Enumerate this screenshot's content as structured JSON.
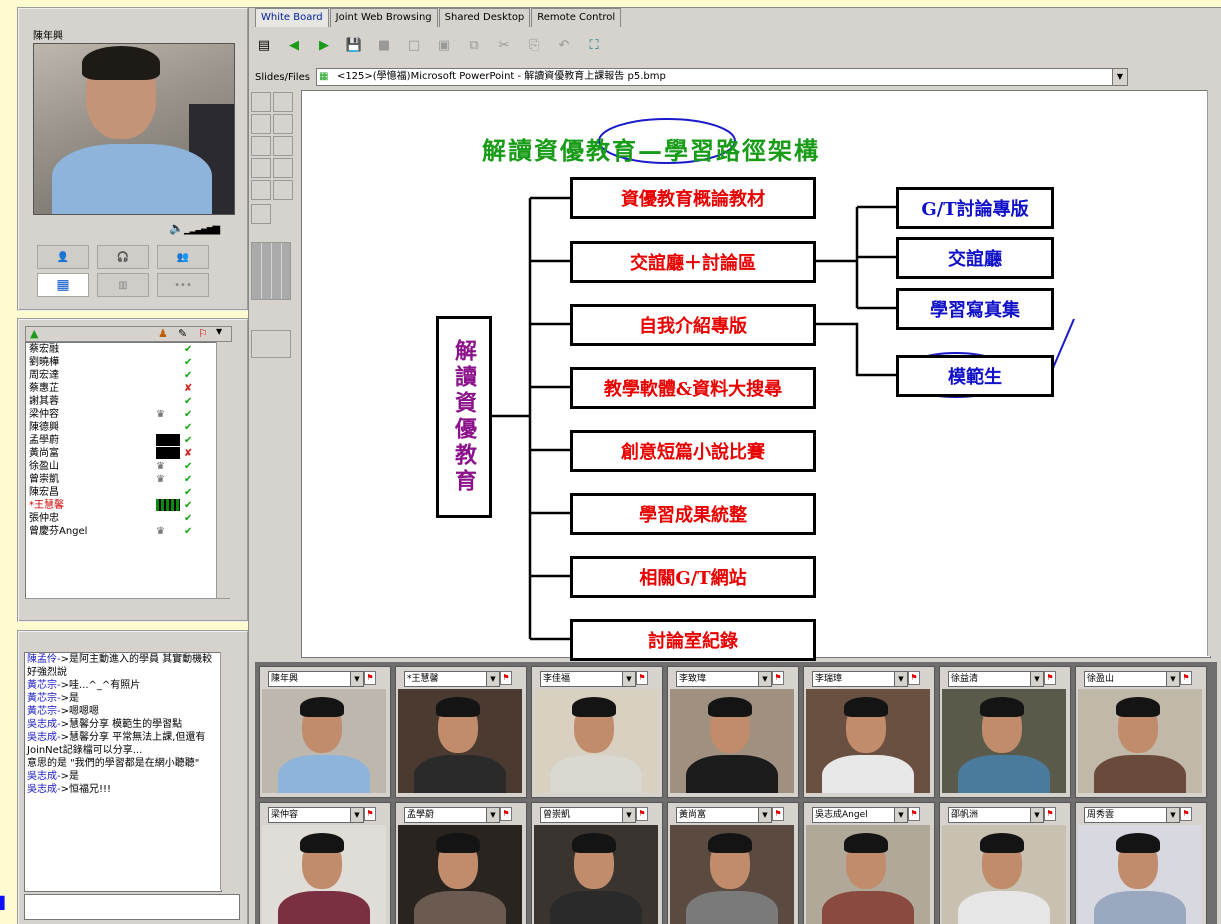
{
  "presenter": {
    "name": "陳年興",
    "controls_row1": [
      "",
      "",
      ""
    ],
    "controls_row2": [
      "",
      "",
      ""
    ]
  },
  "users": [
    {
      "name": "蔡宏融",
      "status": "ok",
      "cam": ""
    },
    {
      "name": "劉曉樺",
      "status": "ok",
      "cam": ""
    },
    {
      "name": "周宏達",
      "status": "ok",
      "cam": ""
    },
    {
      "name": "蔡惠芷",
      "status": "x",
      "cam": ""
    },
    {
      "name": "謝其蓉",
      "status": "ok",
      "cam": ""
    },
    {
      "name": "梁仲容",
      "status": "ok",
      "cam": "cam"
    },
    {
      "name": "陳德興",
      "status": "ok",
      "cam": ""
    },
    {
      "name": "孟學蔚",
      "status": "ok",
      "cam": "video"
    },
    {
      "name": "黃尚富",
      "status": "x",
      "cam": "video"
    },
    {
      "name": "徐盈山",
      "status": "ok",
      "cam": "cam"
    },
    {
      "name": "曾崇凱",
      "status": "ok",
      "cam": "cam"
    },
    {
      "name": "陳宏昌",
      "status": "ok",
      "cam": ""
    },
    {
      "name": "*王慧馨",
      "status": "ok",
      "cam": "bar",
      "highlight": true
    },
    {
      "name": "張仲忠",
      "status": "ok",
      "cam": ""
    },
    {
      "name": "曾慶芬Angel",
      "status": "ok",
      "cam": "cam"
    }
  ],
  "chat": [
    {
      "who": "陳孟伶-",
      "text": ">是阿主動進入的學員 其實動機較好強烈說"
    },
    {
      "who": "黃芯宗-",
      "text": ">哇...^_^有照片"
    },
    {
      "who": "黃芯宗-",
      "text": ">是"
    },
    {
      "who": "黃芯宗-",
      "text": ">嗯嗯嗯"
    },
    {
      "who": "吳志成-",
      "text": ">慧馨分享 模範生的學習點"
    },
    {
      "who": "吳志成-",
      "text": ">慧馨分享 平常無法上課,但還有JoinNet記錄檔可以分享..."
    },
    {
      "who": "",
      "text": "意思的是 \"我們的學習都是在網小聽聽\""
    },
    {
      "who": "吳志成-",
      "text": ">是"
    },
    {
      "who": "吳志成-",
      "text": ">恒福兄!!!"
    }
  ],
  "tabs": [
    "White Board",
    "Joint Web Browsing",
    "Shared Desktop",
    "Remote Control"
  ],
  "slides_label": "Slides/Files",
  "slides_value": "<125>(學憶福)Microsoft PowerPoint - 解讀資優教育上課報告 p5.bmp",
  "slide": {
    "title": "解讀資優教育—學習路徑架構",
    "root": "解讀資優教育",
    "branches": [
      "資優教育概論教材",
      "交誼廳＋討論區",
      "自我介紹專版",
      "教學軟體&資料大搜尋",
      "創意短篇小說比賽",
      "學習成果統整",
      "相關G/T網站",
      "討論室紀錄"
    ],
    "sub_branches": [
      "G/T討論專版",
      "交誼廳",
      "學習寫真集",
      "模範生"
    ]
  },
  "videos": [
    {
      "name": "陳年興"
    },
    {
      "name": "*王慧馨"
    },
    {
      "name": "李佳福"
    },
    {
      "name": "李致瑋"
    },
    {
      "name": "李瑞璋"
    },
    {
      "name": "徐益清"
    },
    {
      "name": "徐盈山"
    },
    {
      "name": "梁仲容"
    },
    {
      "name": "孟學蔚"
    },
    {
      "name": "曾崇凱"
    },
    {
      "name": "黃尚富"
    },
    {
      "name": "吳志成Angel"
    },
    {
      "name": "邵帆洲"
    },
    {
      "name": "周秀雲"
    }
  ],
  "colors": {
    "background": "#fffbd1",
    "panel": "#d6d3ce",
    "slide_title": "#189c18",
    "branch_text": "#e80000",
    "sub_text": "#1010c8",
    "root_text": "#8b128b",
    "annotation": "#1a1ac8"
  }
}
